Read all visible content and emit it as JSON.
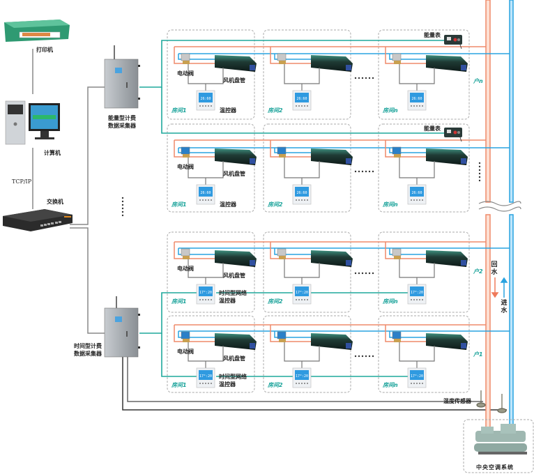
{
  "title": "中央空调计费系统拓扑图",
  "devices": {
    "printer": "打印机",
    "computer": "计算机",
    "network_protocol": "TCP/IP",
    "switch": "交换机",
    "energy_collector_line1": "能量型计费",
    "energy_collector_line2": "数据采集器",
    "time_collector_line1": "时间型计费",
    "time_collector_line2": "数据采集器",
    "central_ac": "中央空调系统",
    "temp_sensor": "温度传感器"
  },
  "room_components": {
    "valve": "电动阀",
    "fan_coil": "风机盘管",
    "thermostat": "温控器",
    "network_thermostat_line1": "时间型网络",
    "network_thermostat_line2": "温控器",
    "energy_meter": "能量表"
  },
  "rooms": [
    "房间1",
    "房间2",
    "房间n"
  ],
  "households": [
    "户n",
    "户2",
    "户1"
  ],
  "ellipsis": "……",
  "water": {
    "return_line1": "回",
    "return_line2": "水",
    "supply_line1": "进",
    "supply_line2": "水"
  },
  "thermostat_display": {
    "energy_type": "26:60",
    "time_type": "17°:20"
  },
  "colors": {
    "return_pipe": "#ef8a6a",
    "supply_pipe": "#29a3e0",
    "bus_line": "#1fa89c",
    "wire": "#777777",
    "room_border": "#999999",
    "room_label": "#1aa39a"
  }
}
